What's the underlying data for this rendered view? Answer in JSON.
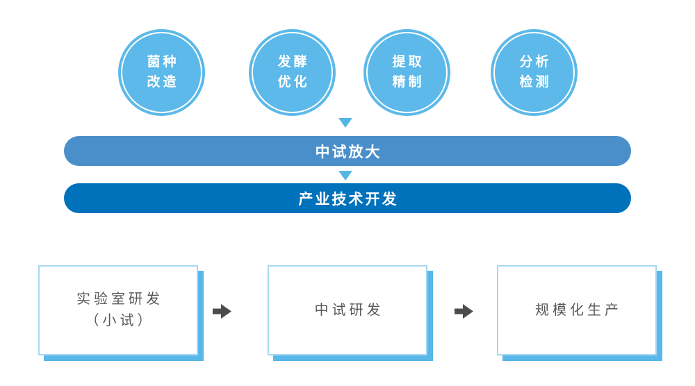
{
  "diagram": {
    "title": "",
    "circles": [
      {
        "line1": "菌种",
        "line2": "改造"
      },
      {
        "line1": "发酵",
        "line2": "优化"
      },
      {
        "line1": "提取",
        "line2": "精制"
      },
      {
        "line1": "分析",
        "line2": "检测"
      }
    ],
    "bars": [
      {
        "label": "中试放大"
      },
      {
        "label": "产业技术开发"
      }
    ],
    "flow_boxes": [
      {
        "lines": [
          "实验室研发",
          "（小试）"
        ]
      },
      {
        "lines": [
          "中试研发"
        ]
      },
      {
        "lines": [
          "规模化生产"
        ]
      }
    ],
    "icons": {
      "connector": "triangle-down-icon",
      "flow": "arrow-right-icon"
    },
    "colors": {
      "circle_fill": "#5CB9E9",
      "bar_pilot": "#4A8FCA",
      "bar_industry": "#0071BB",
      "triangle": "#55B6E6",
      "box_border": "#A5D8F3",
      "box_shadow": "#59B7E9",
      "box_text": "#595959",
      "arrow": "#4F4B4B",
      "background": "#FFFFFF"
    }
  }
}
